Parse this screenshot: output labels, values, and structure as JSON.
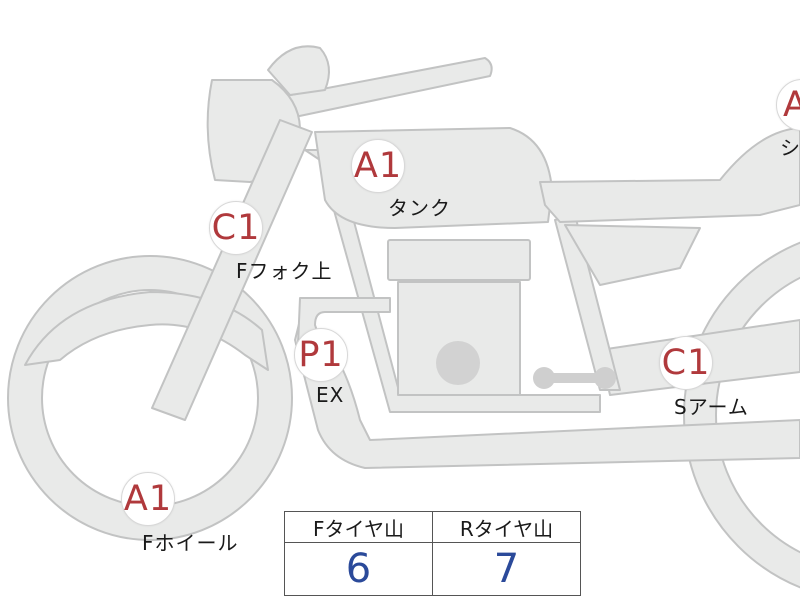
{
  "colors": {
    "part_fill": "#e9eae9",
    "part_stroke": "#c2c3c3",
    "marker_text": "#b0393c",
    "value_text": "#2b4a9a"
  },
  "inspection_points": [
    {
      "grade": "A1",
      "label": "タンク"
    },
    {
      "grade": "C1",
      "label": "Fフォク上"
    },
    {
      "grade": "P1",
      "label": "EX"
    },
    {
      "grade": "C1",
      "label": "Sアーム"
    },
    {
      "grade": "A1",
      "label": "Fホイール"
    },
    {
      "grade": "A",
      "label": "シ"
    }
  ],
  "tire_tread": {
    "headers": [
      "Fタイヤ山",
      "Rタイヤ山"
    ],
    "values": [
      "6",
      "7"
    ]
  }
}
